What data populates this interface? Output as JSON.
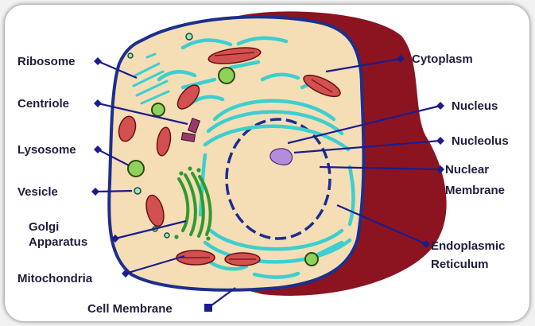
{
  "labels": {
    "ribosome": "Ribosome",
    "centriole": "Centriole",
    "lysosome": "Lysosome",
    "vesicle": "Vesicle",
    "golgi_1": "Golgi",
    "golgi_2": "Apparatus",
    "mitochondria": "Mitochondria",
    "cell_membrane": "Cell Membrane",
    "cytoplasm": "Cytoplasm",
    "nucleus": "Nucleus",
    "nucleolus": "Nucleolus",
    "nuclear_membrane_1": "Nuclear",
    "nuclear_membrane_2": "Membrane",
    "er_1": "Endoplasmic",
    "er_2": "Reticulum"
  },
  "colors": {
    "cytoplasm": "#f5ddb6",
    "outer_body": "#8b1420",
    "membrane": "#1c2f8c",
    "er": "#3ccfcf",
    "mitochondria": "#d25050",
    "golgi": "#2f9a2f",
    "lysosome": "#8fd25a",
    "nucleolus": "#b48cdc",
    "label_line": "#1c1c8c"
  }
}
